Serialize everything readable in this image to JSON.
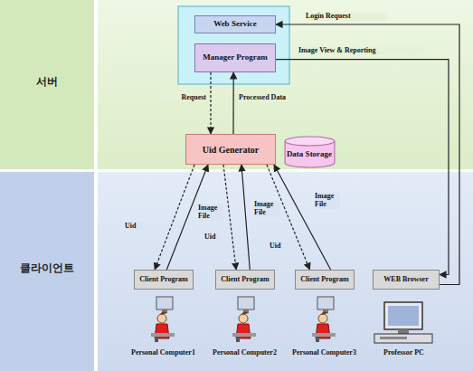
{
  "diagram": {
    "nodes": [
      {
        "text": [
          "서버"
        ]
      },
      {
        "text": [
          "Web Service"
        ],
        "in": 0
      },
      {
        "text": [
          "Manager Program"
        ],
        "in": 0
      },
      {
        "text": [
          "Uid Generator"
        ],
        "in": 0
      },
      {
        "text": [
          "Data Storage"
        ],
        "in": 0
      },
      {
        "text": [
          "클라이언트"
        ]
      },
      {
        "text": [
          "Client Program"
        ],
        "in": 5
      },
      {
        "text": [
          "Client Program"
        ],
        "in": 5
      },
      {
        "text": [
          "Client Program"
        ],
        "in": 5
      },
      {
        "text": [
          "WEB Browser"
        ],
        "in": 5
      }
    ],
    "edges": [
      {
        "from": 2,
        "to": 3,
        "label": "Request",
        "arrow": "to"
      },
      {
        "from": 3,
        "to": 2,
        "label": "Processed Data",
        "arrow": "to"
      },
      {
        "from": 3,
        "to": 6,
        "label": "Uid",
        "arrow": "to"
      },
      {
        "from": 6,
        "to": 3,
        "label": "Image File",
        "arrow": "to"
      },
      {
        "from": 3,
        "to": 7,
        "label": "Uid",
        "arrow": "to"
      },
      {
        "from": 7,
        "to": 3,
        "label": "Image File",
        "arrow": "to"
      },
      {
        "from": 3,
        "to": 8,
        "label": "Uid",
        "arrow": "to"
      },
      {
        "from": 8,
        "to": 3,
        "label": "Image File",
        "arrow": "to"
      },
      {
        "from": 9,
        "to": 1,
        "label": "Login Request",
        "arrow": "to"
      },
      {
        "from": 2,
        "to": 9,
        "label": "Image View & Reporting",
        "arrow": "to"
      }
    ],
    "labels": [
      "Personal Computer1",
      "Personal Computer2",
      "Personal Computer3",
      "Professor PC"
    ]
  }
}
